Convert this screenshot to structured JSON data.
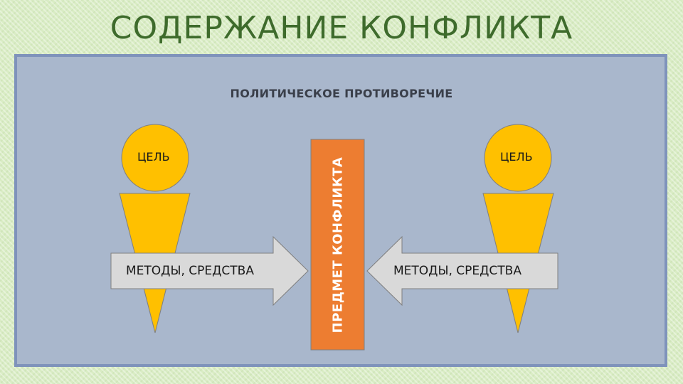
{
  "title": "СОДЕРЖАНИЕ КОНФЛИКТА",
  "subtitle": "ПОЛИТИЧЕСКОЕ ПРОТИВОРЕЧИЕ",
  "subject": "ПРЕДМЕТ КОНФЛИКТА",
  "left": {
    "goal": "ЦЕЛЬ",
    "methods": "МЕТОДЫ, СРЕДСТВА"
  },
  "right": {
    "goal": "ЦЕЛЬ",
    "methods": "МЕТОДЫ, СРЕДСТВА"
  },
  "colors": {
    "goal_fill": "#ffc000",
    "cone_fill": "#ffc000",
    "arrow_fill": "#d9d9d9",
    "subject_fill": "#ed7d31",
    "panel_fill": "#a9b7cc",
    "title_color": "#3e6b2c"
  }
}
